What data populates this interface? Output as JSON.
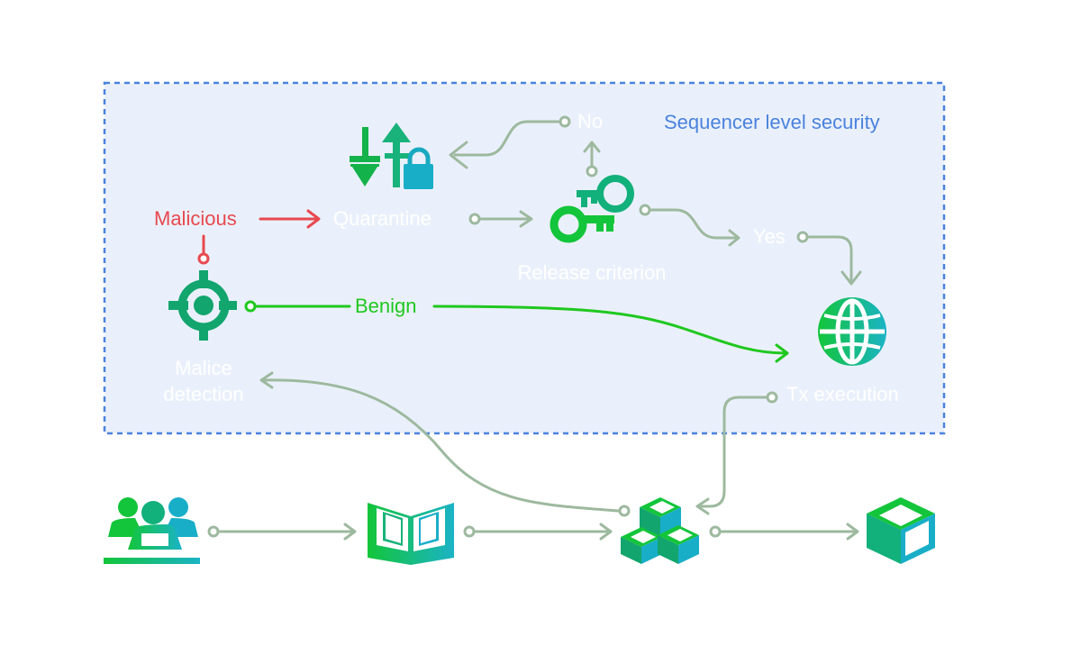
{
  "region": {
    "title": "Sequencer level security"
  },
  "labels": {
    "malicious": "Malicious",
    "quarantine": "Quarantine",
    "no": "No",
    "yes": "Yes",
    "release_criterion": "Release criterion",
    "benign": "Benign",
    "malice_detection_line1": "Malice",
    "malice_detection_line2": "detection",
    "tx_execution": "Tx execution"
  },
  "icons": [
    "quarantine-lock-icon",
    "keys-icon",
    "crosshair-icon",
    "globe-icon",
    "users-icon",
    "book-icon",
    "cubes-icon",
    "cube-icon"
  ],
  "colors": {
    "region_fill": "#eaf0fb",
    "region_border": "#4a82de",
    "connector": "#9db99f",
    "malicious": "#e8484f",
    "benign": "#1fc81f",
    "icon_gradient_start": "#13c53a",
    "icon_gradient_end": "#19aec8",
    "icon_main": "#12a56e"
  }
}
